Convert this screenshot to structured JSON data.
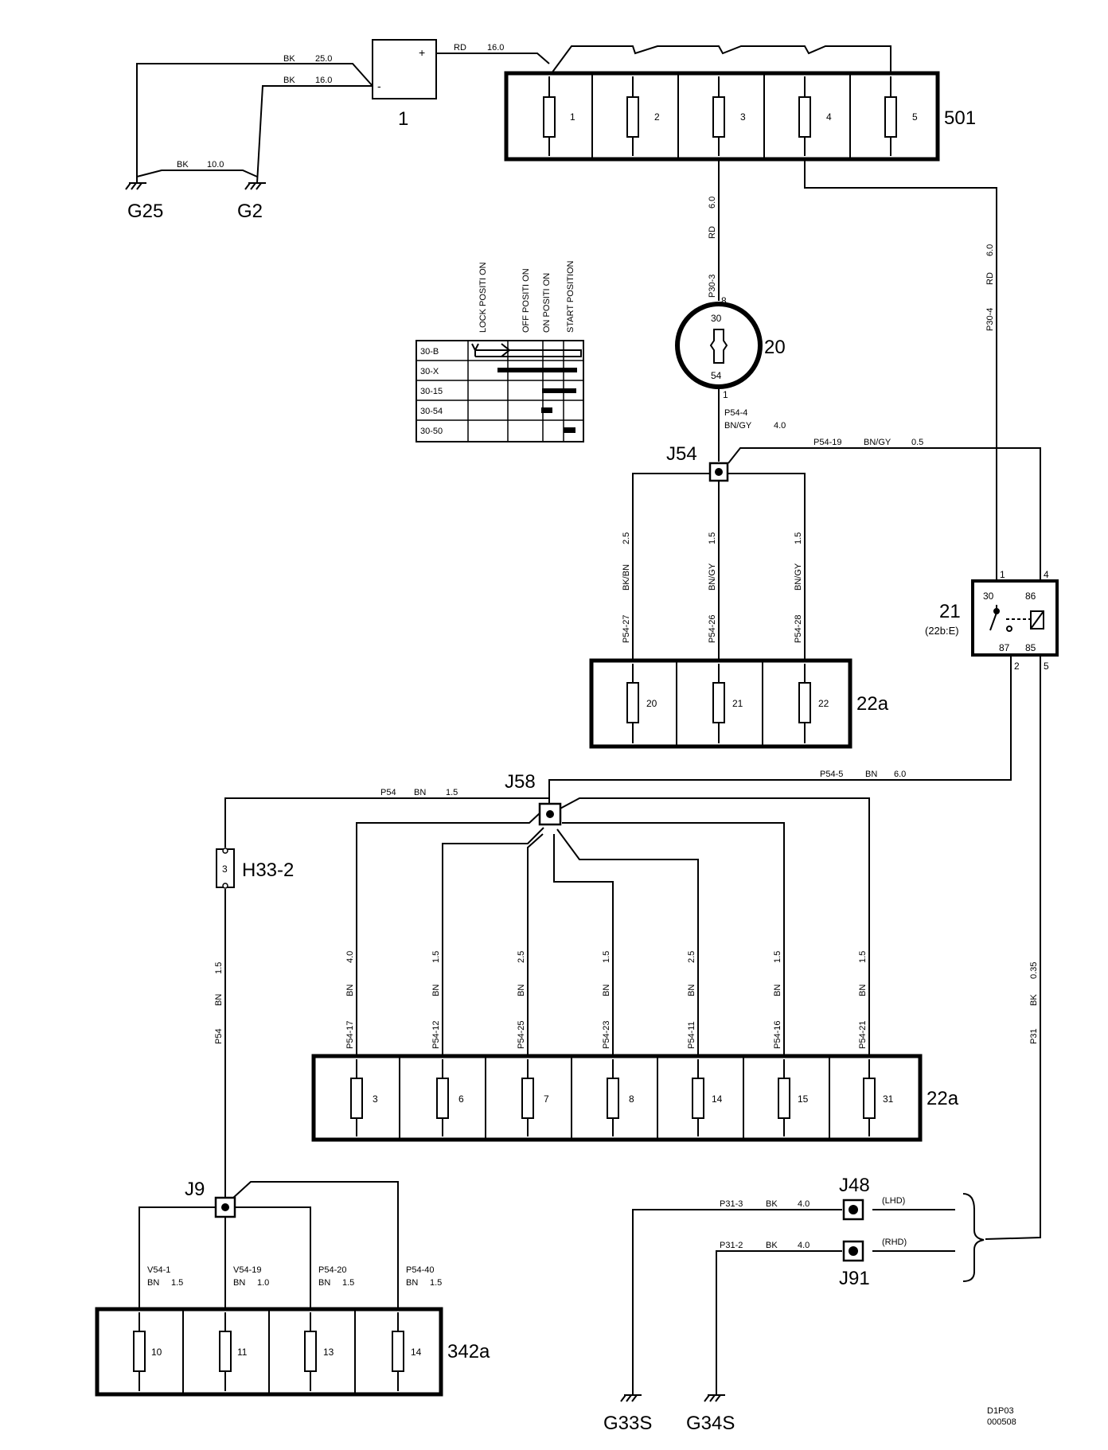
{
  "battery": {
    "id": "1",
    "plus": "+",
    "minus": "-"
  },
  "grounds": {
    "g25": "G25",
    "g2": "G2",
    "g33s": "G33S",
    "g34s": "G34S"
  },
  "wires": {
    "bk250": [
      "BK",
      "25.0"
    ],
    "bk160": [
      "BK",
      "16.0"
    ],
    "bk100": [
      "BK",
      "10.0"
    ],
    "rd160": [
      "RD",
      "16.0"
    ],
    "p30_3": [
      "P30-3",
      "RD",
      "6.0"
    ],
    "p30_4": [
      "P30-4",
      "RD",
      "6.0"
    ],
    "p54_4": [
      "P54-4",
      "BN/GY",
      "4.0"
    ],
    "p54_19": [
      "P54-19",
      "BN/GY",
      "0.5"
    ],
    "p54_27": [
      "P54-27",
      "BK/BN",
      "2.5"
    ],
    "p54_26": [
      "P54-26",
      "BN/GY",
      "1.5"
    ],
    "p54_28": [
      "P54-28",
      "BN/GY",
      "1.5"
    ],
    "p54_5": [
      "P54-5",
      "BN",
      "6.0"
    ],
    "p54_top": [
      "P54",
      "BN",
      "1.5"
    ],
    "p54_left": [
      "P54",
      "BN",
      "1.5"
    ],
    "p54_17": [
      "P54-17",
      "BN",
      "4.0"
    ],
    "p54_12": [
      "P54-12",
      "BN",
      "1.5"
    ],
    "p54_25": [
      "P54-25",
      "BN",
      "2.5"
    ],
    "p54_23": [
      "P54-23",
      "BN",
      "1.5"
    ],
    "p54_11": [
      "P54-11",
      "BN",
      "2.5"
    ],
    "p54_16": [
      "P54-16",
      "BN",
      "1.5"
    ],
    "p54_21": [
      "P54-21",
      "BN",
      "1.5"
    ],
    "p31": [
      "P31",
      "BK",
      "0.35"
    ],
    "p31_3": [
      "P31-3",
      "BK",
      "4.0"
    ],
    "p31_2": [
      "P31-2",
      "BK",
      "4.0"
    ],
    "v54_1": [
      "V54-1",
      "BN",
      "1.5"
    ],
    "v54_19": [
      "V54-19",
      "BN",
      "1.0"
    ],
    "p54_20": [
      "P54-20",
      "BN",
      "1.5"
    ],
    "p54_40": [
      "P54-40",
      "BN",
      "1.5"
    ]
  },
  "fusebox_501": {
    "label": "501",
    "fuses": [
      "1",
      "2",
      "3",
      "4",
      "5"
    ]
  },
  "ignition_switch": {
    "label": "20",
    "pin_top": "8",
    "pin_bottom": "1",
    "term_top": "30",
    "term_bottom": "54"
  },
  "switch_table": {
    "columns": [
      "LOCK POSITI ON",
      "OFF POSITI ON",
      "ON POSITI ON",
      "START POSITION"
    ],
    "rows": [
      "30-B",
      "30-X",
      "30-15",
      "30-54",
      "30-50"
    ]
  },
  "junctions": {
    "j54": "J54",
    "j58": "J58",
    "j9": "J9",
    "j48": "J48",
    "j91": "J91"
  },
  "relay_21": {
    "label": "21",
    "sublabel": "(22b:E)",
    "term_30": "30",
    "term_86": "86",
    "term_87": "87",
    "term_85": "85",
    "pin_1": "1",
    "pin_4": "4",
    "pin_2": "2",
    "pin_5": "5"
  },
  "fusebox_22a_top": {
    "label": "22a",
    "fuses": [
      "20",
      "21",
      "22"
    ]
  },
  "fusebox_22a_mid": {
    "label": "22a",
    "fuses": [
      "3",
      "6",
      "7",
      "8",
      "14",
      "15",
      "31"
    ]
  },
  "fusebox_342a": {
    "label": "342a",
    "fuses": [
      "10",
      "11",
      "13",
      "14"
    ]
  },
  "connector_h33": {
    "label": "H33-2",
    "pin": "3"
  },
  "variants": {
    "lhd": "(LHD)",
    "rhd": "(RHD)"
  },
  "drawing_code": {
    "line1": "D1P03",
    "line2": "000508"
  }
}
